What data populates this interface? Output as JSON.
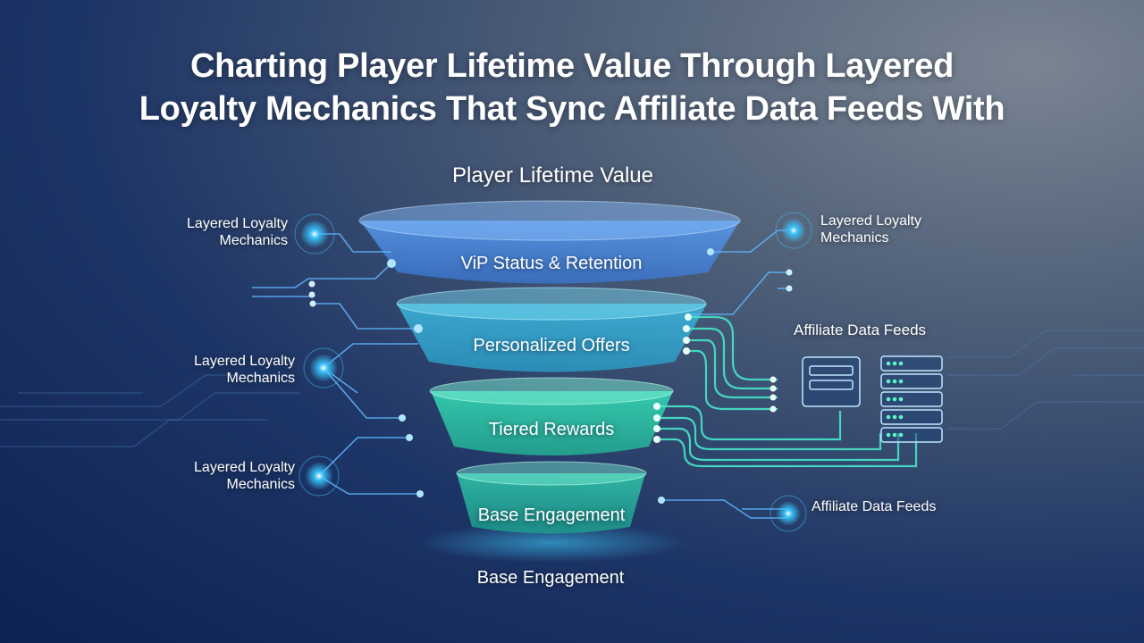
{
  "title": {
    "line1": "Charting Player Lifetime Value Through Layered",
    "line2": "Loyalty Mechanics That Sync Affiliate Data Feeds With"
  },
  "funnel": {
    "top_label": "Player Lifetime Value",
    "bottom_label": "Base Engagement",
    "layers": [
      {
        "label": "ViP Status & Retention",
        "color": "#4f8fe6"
      },
      {
        "label": "Personalized Offers",
        "color": "#35b2d6"
      },
      {
        "label": "Tiered Rewards",
        "color": "#2cc9a8"
      },
      {
        "label": "Base Engagement",
        "color": "#27bfa4"
      }
    ]
  },
  "side_labels": {
    "left_top": {
      "line1": "Layered Loyalty",
      "line2": "Mechanics"
    },
    "left_mid": {
      "line1": "Layered Loyalty",
      "line2": "Mechanics"
    },
    "left_bottom": {
      "line1": "Layered Loyalty",
      "line2": "Mechanics"
    },
    "right_top": {
      "line1": "Layered Loyalty",
      "line2": "Mechanics"
    },
    "right_feeds": "Affiliate Data Feeds",
    "right_bottom_feeds": "Affiliate Data Feeds"
  },
  "colors": {
    "node_glow": "#39c6ff",
    "connector": "#5fb6ff",
    "feed_line": "#46e6c8",
    "server_stroke": "#bfe6ff"
  }
}
